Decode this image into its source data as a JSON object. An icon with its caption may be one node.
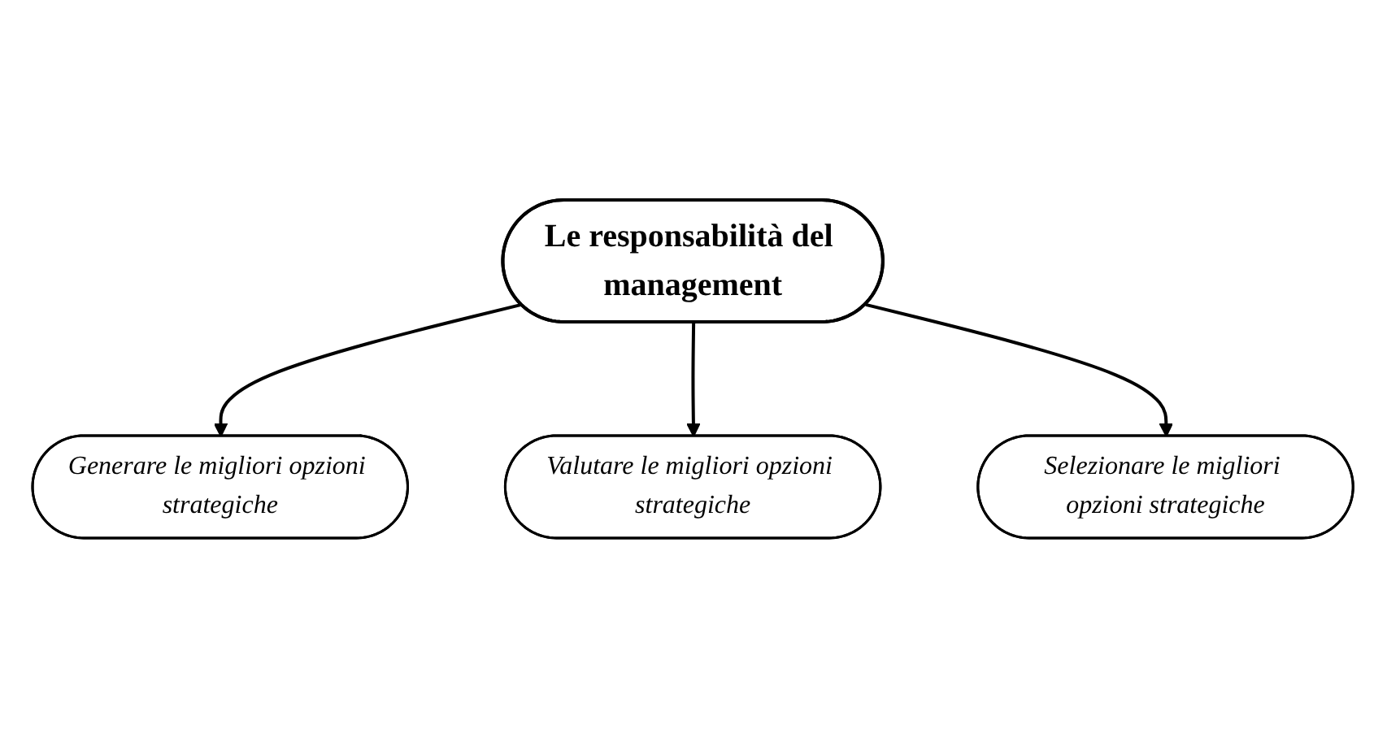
{
  "diagram": {
    "nodes": [
      {
        "text": [
          "Generare le migliori opzioni strategiche"
        ]
      },
      {
        "text": [
          "Valutare le migliori opzioni strategiche"
        ]
      },
      {
        "text": [
          "Le responsabilità del management"
        ]
      },
      {
        "text": [
          "Selezionare le migliori opzioni strategiche"
        ]
      }
    ],
    "edges": [
      {
        "from": 2,
        "to": 0,
        "arrow": "to"
      },
      {
        "from": 2,
        "to": 1,
        "arrow": "to"
      },
      {
        "from": 2,
        "to": 3,
        "arrow": "to"
      }
    ]
  }
}
